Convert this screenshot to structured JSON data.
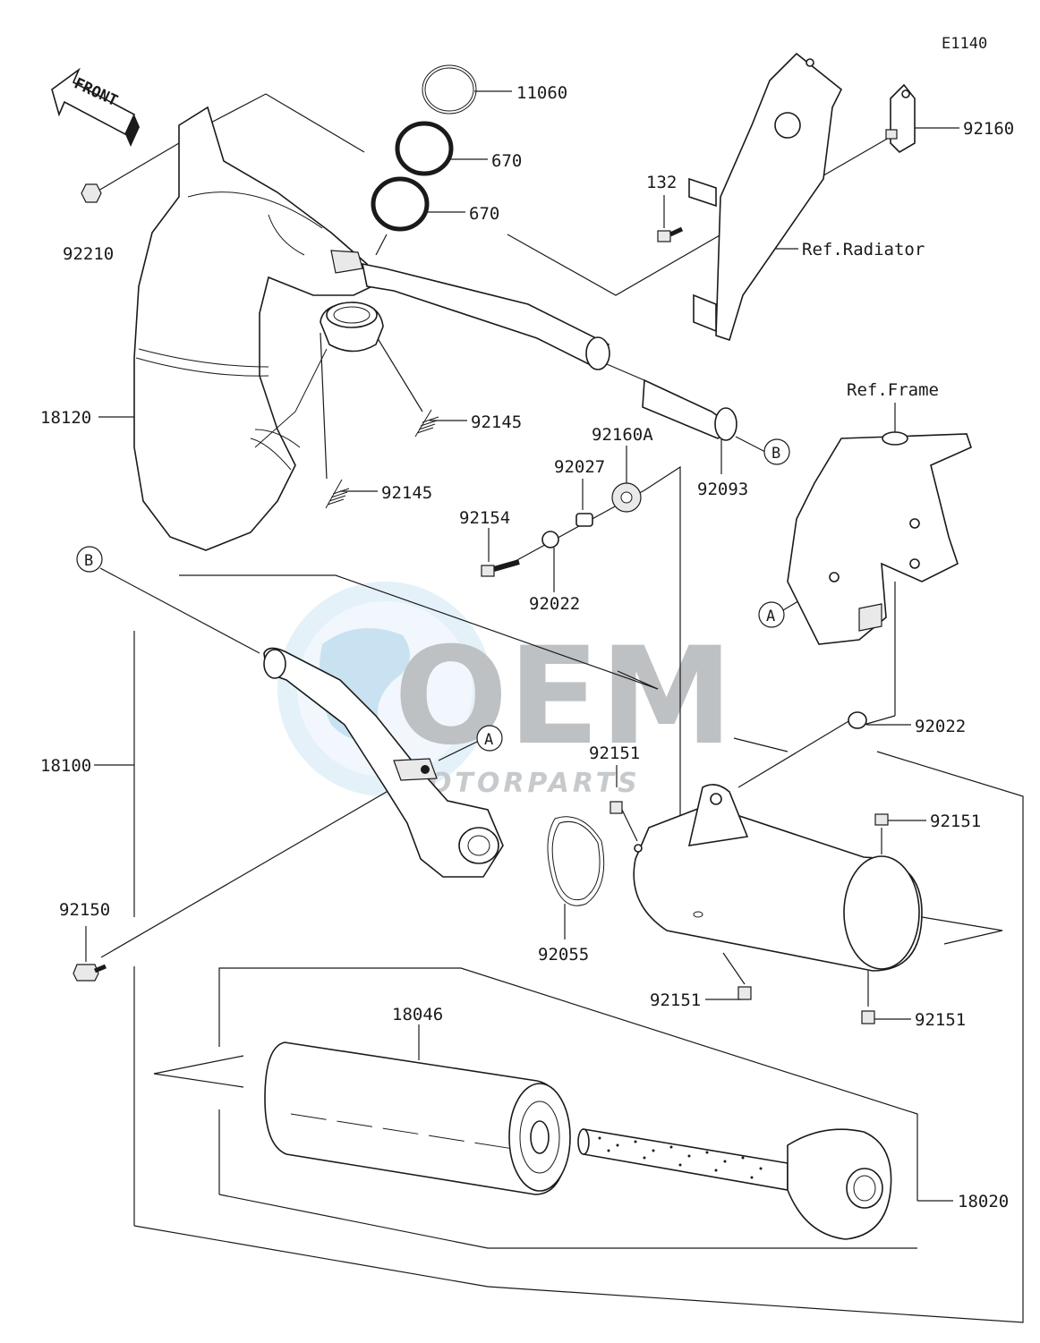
{
  "diagram_code": "E1140",
  "front_arrow": {
    "text": "FRONT"
  },
  "watermark": {
    "logo_text": "OEM",
    "sub_text": "MOTORPARTS"
  },
  "callouts": {
    "A": "A",
    "B": "B"
  },
  "labels": {
    "p11060": "11060",
    "p670a": "670",
    "p670b": "670",
    "p92160": "92160",
    "p132": "132",
    "ref_radiator": "Ref.Radiator",
    "p92210": "92210",
    "p18120": "18120",
    "p92145a": "92145",
    "p92145b": "92145",
    "p92160A": "92160A",
    "p92027": "92027",
    "p92154": "92154",
    "p92022a": "92022",
    "p92093": "92093",
    "ref_frame": "Ref.Frame",
    "p18100": "18100",
    "p92150": "92150",
    "p92151a": "92151",
    "p92055": "92055",
    "p92022b": "92022",
    "p92151b": "92151",
    "p92151c": "92151",
    "p92151d": "92151",
    "p18046": "18046",
    "p18020": "18020"
  }
}
